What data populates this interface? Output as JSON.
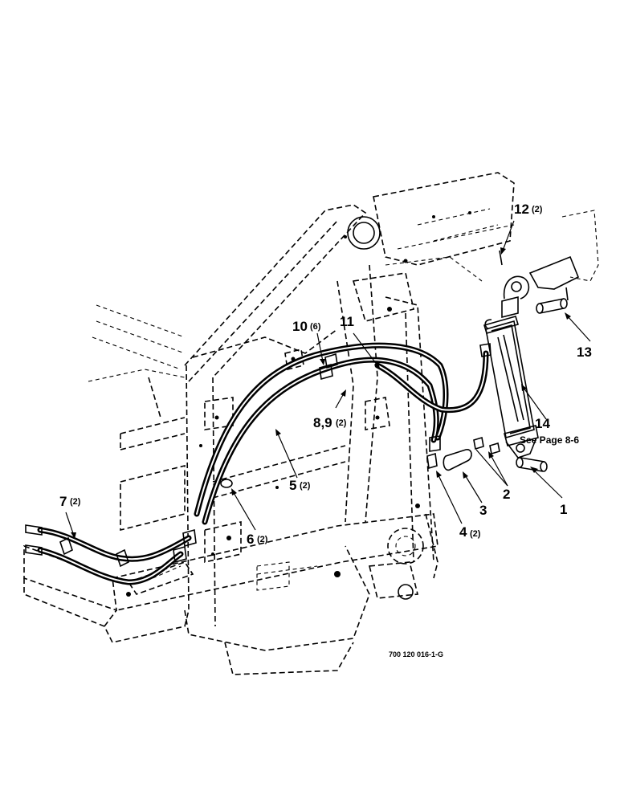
{
  "callouts": [
    {
      "id": "c1",
      "num": "1",
      "qty": ""
    },
    {
      "id": "c2",
      "num": "2",
      "qty": ""
    },
    {
      "id": "c3",
      "num": "3",
      "qty": ""
    },
    {
      "id": "c4",
      "num": "4",
      "qty": "(2)"
    },
    {
      "id": "c5",
      "num": "5",
      "qty": "(2)"
    },
    {
      "id": "c6",
      "num": "6",
      "qty": "(2)"
    },
    {
      "id": "c7",
      "num": "7",
      "qty": "(2)"
    },
    {
      "id": "c89",
      "num": "8,9",
      "qty": "(2)"
    },
    {
      "id": "c10",
      "num": "10",
      "qty": "(6)"
    },
    {
      "id": "c11",
      "num": "11",
      "qty": ""
    },
    {
      "id": "c12",
      "num": "12",
      "qty": "(2)"
    },
    {
      "id": "c13",
      "num": "13",
      "qty": ""
    },
    {
      "id": "c14",
      "num": "14",
      "qty": ""
    }
  ],
  "note": "See Page 8-6",
  "drawing_number": "700 120 016-1-G"
}
